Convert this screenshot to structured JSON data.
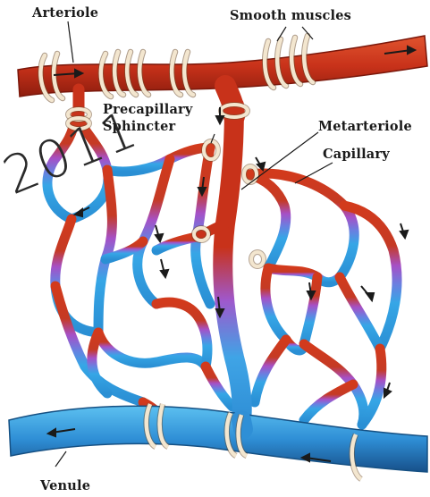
{
  "labels": {
    "arteriole": "Arteriole",
    "smooth_muscles": "Smooth muscles",
    "precapillary_1": "Precapillary",
    "precapillary_2": "Sphincter",
    "metarteriole": "Metarteriole",
    "capillary": "Capillary",
    "venule": "Venule"
  },
  "watermark": "2011",
  "colors": {
    "arterial": "#c8321a",
    "arterial_dark": "#8e1d0e",
    "capillary_mid": "#a450c8",
    "venous": "#2f9fe0",
    "venous_dark": "#1a5f9e",
    "muscle_coil": "#f3e6cf"
  }
}
